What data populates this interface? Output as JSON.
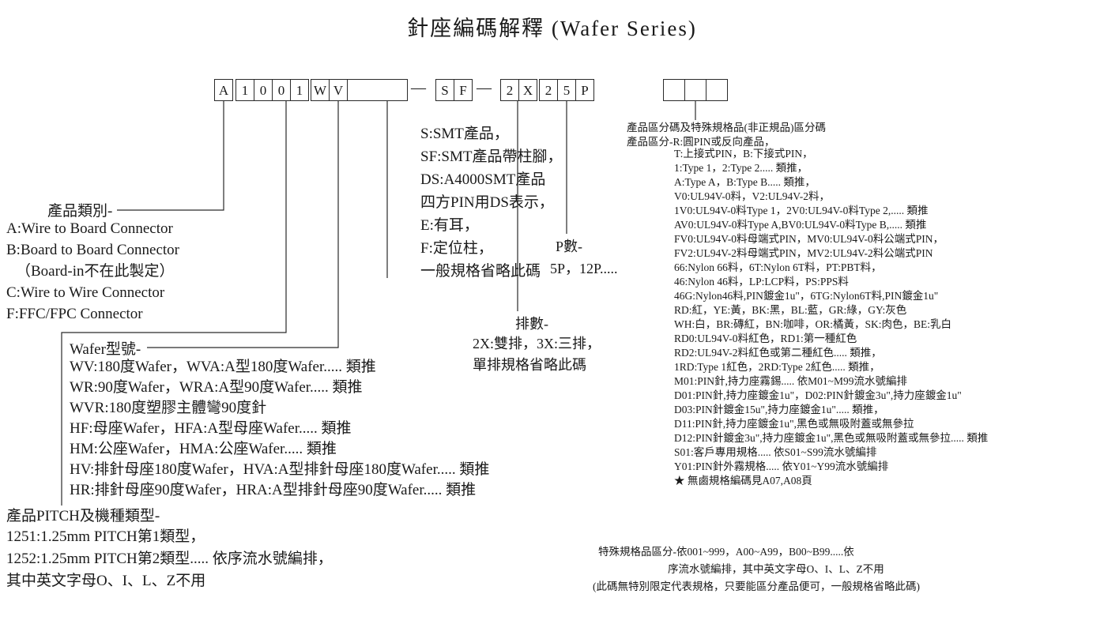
{
  "title": "針座編碼解釋 (Wafer Series)",
  "code": {
    "dash": "—",
    "category_boxes": [
      "A"
    ],
    "pitch_boxes": [
      "1",
      "0",
      "0",
      "1"
    ],
    "model_boxes": [
      "W",
      "V",
      ""
    ],
    "smt_boxes": [
      "S",
      "F"
    ],
    "row_boxes": [
      "2",
      "X"
    ],
    "pin_boxes": [
      "2",
      "5",
      "P"
    ],
    "special_boxes": [
      "",
      "",
      ""
    ]
  },
  "category": {
    "label": "產品類別-",
    "lines": [
      "A:Wire to Board Connector",
      "B:Board to Board Connector",
      "（Board-in不在此製定）",
      "C:Wire to Wire Connector",
      "F:FFC/FPC Connector"
    ]
  },
  "model": {
    "label": "Wafer型號-",
    "lines": [
      "WV:180度Wafer，WVA:A型180度Wafer..... 類推",
      "WR:90度Wafer，WRA:A型90度Wafer..... 類推",
      "WVR:180度塑膠主體彎90度針",
      "HF:母座Wafer，HFA:A型母座Wafer..... 類推",
      "HM:公座Wafer，HMA:公座Wafer..... 類推",
      "HV:排針母座180度Wafer，HVA:A型排針母座180度Wafer..... 類推",
      "HR:排針母座90度Wafer，HRA:A型排針母座90度Wafer..... 類推"
    ]
  },
  "pitch": {
    "label": "產品PITCH及機種類型-",
    "lines": [
      "1251:1.25mm PITCH第1類型，",
      "1252:1.25mm PITCH第2類型..... 依序流水號編排，",
      "其中英文字母O、I、L、Z不用"
    ]
  },
  "smt": {
    "lines": [
      "S:SMT產品，",
      "SF:SMT產品帶柱腳，",
      "DS:A4000SMT產品",
      "四方PIN用DS表示，",
      "E:有耳，",
      "F:定位柱，",
      "一般規格省略此碼"
    ]
  },
  "rows": {
    "label": "排數-",
    "lines": [
      "2X:雙排，3X:三排，",
      "單排規格省略此碼"
    ]
  },
  "pins": {
    "label": "P數-",
    "value": "5P，12P....."
  },
  "special": {
    "header": "產品區分碼及特殊規格品(非正規品)區分碼",
    "sub": "產品區分-R:圓PIN或反向產品，",
    "lines": [
      "T:上接式PIN，B:下接式PIN，",
      "1:Type 1，2:Type 2..... 類推，",
      "A:Type A，B:Type B..... 類推，",
      "V0:UL94V-0料，V2:UL94V-2料，",
      "1V0:UL94V-0料Type 1，2V0:UL94V-0料Type 2,..... 類推",
      "AV0:UL94V-0料Type A,BV0:UL94V-0料Type B,..... 類推",
      "FV0:UL94V-0料母端式PIN，MV0:UL94V-0料公端式PIN，",
      "FV2:UL94V-2料母端式PIN，MV2:UL94V-2料公端式PIN",
      "66:Nylon 66料，6T:Nylon 6T料，PT:PBT料，",
      "46:Nylon 46料，LP:LCP料，PS:PPS料",
      "46G:Nylon46料,PIN鍍金1u\"，6TG:Nylon6T料,PIN鍍金1u\"",
      "RD:紅，YE:黃，BK:黑，BL:藍，GR:綠，GY:灰色",
      "WH:白，BR:磚紅，BN:咖啡，OR:橘黃，SK:肉色，BE:乳白",
      "RD0:UL94V-0料紅色，RD1:第一種紅色",
      "RD2:UL94V-2料紅色或第二種紅色..... 類推，",
      "1RD:Type 1紅色，2RD:Type 2紅色..... 類推，",
      "M01:PIN針,持力座霧錫..... 依M01~M99流水號編排",
      "D01:PIN針,持力座鍍金1u\"，D02:PIN針鍍金3u\",持力座鍍金1u\"",
      "D03:PIN針鍍金15u\",持力座鍍金1u\"..... 類推，",
      "D11:PIN針,持力座鍍金1u\",黑色或無吸附蓋或無參拉",
      "D12:PIN針鍍金3u\",持力座鍍金1u\",黑色或無吸附蓋或無參拉..... 類推",
      "S01:客戶專用規格..... 依S01~S99流水號編排",
      "Y01:PIN針外霧規格..... 依Y01~Y99流水號編排",
      "★ 無鹵規格編碼見A07,A08頁"
    ]
  },
  "special_note": {
    "lines": [
      "特殊規格品區分-依001~999，A00~A99，B00~B99.....依",
      "序流水號編排，其中英文字母O、I、L、Z不用",
      "(此碼無特別限定代表規格，只要能區分產品便可，一般規格省略此碼)"
    ]
  }
}
